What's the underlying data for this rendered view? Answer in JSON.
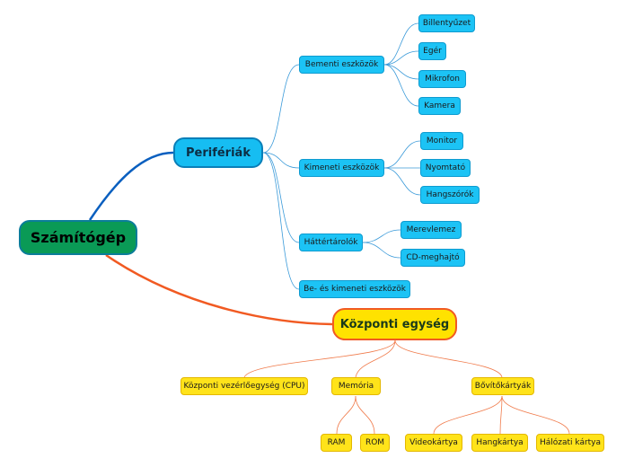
{
  "diagram": {
    "root": "Számítógép",
    "peripherals": {
      "label": "Perifériák",
      "input": {
        "label": "Bementi eszközök",
        "items": [
          "Billentyűzet",
          "Egér",
          "Mikrofon",
          "Kamera"
        ]
      },
      "output": {
        "label": "Kimeneti eszközök",
        "items": [
          "Monitor",
          "Nyomtató",
          "Hangszórók"
        ]
      },
      "storage": {
        "label": "Háttértárolók",
        "items": [
          "Merevlemez",
          "CD-meghajtó"
        ]
      },
      "io": {
        "label": "Be- és kimeneti eszközök"
      }
    },
    "central": {
      "label": "Központi egység",
      "cpu": {
        "label": "Központi vezérlőegység (CPU)"
      },
      "memory": {
        "label": "Memória",
        "items": [
          "RAM",
          "ROM"
        ]
      },
      "expansion": {
        "label": "Bővítőkártyák",
        "items": [
          "Videokártya",
          "Hangkártya",
          "Hálózati kártya"
        ]
      }
    }
  },
  "colors": {
    "root_fill": "#0a9a56",
    "peripheral_fill": "#16bdf2",
    "central_fill": "#ffe200",
    "blue_branch": "#0a5fbf",
    "orange_branch": "#f15a22"
  }
}
